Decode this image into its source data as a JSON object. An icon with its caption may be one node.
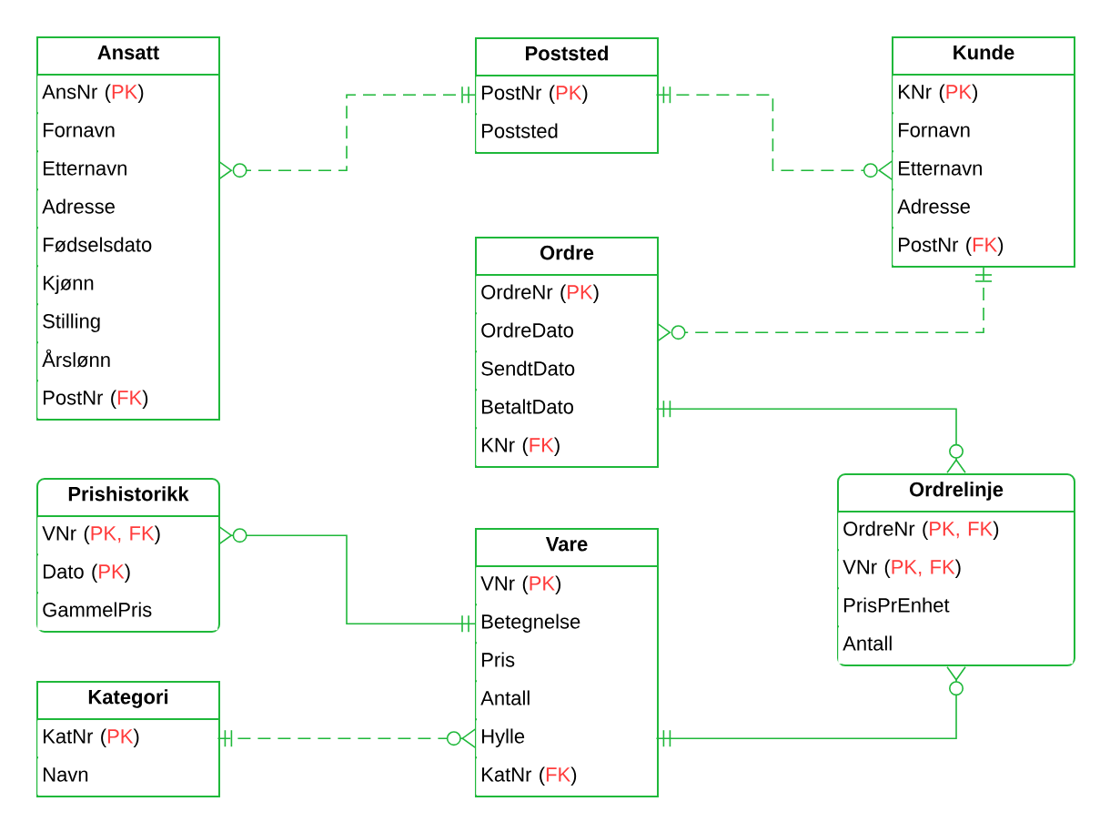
{
  "diagram": {
    "nodes": [
      {
        "text": [
          "Ansatt"
        ]
      },
      {
        "text": [
          "AnsNr (",
          "PK",
          ")"
        ],
        "in": 0
      },
      {
        "text": [
          "Fornavn"
        ],
        "in": 0
      },
      {
        "text": [
          "Etternavn"
        ],
        "in": 0
      },
      {
        "text": [
          "Adresse"
        ],
        "in": 0
      },
      {
        "text": [
          "Fødselsdato"
        ],
        "in": 0
      },
      {
        "text": [
          "Kjønn"
        ],
        "in": 0
      },
      {
        "text": [
          "Stilling"
        ],
        "in": 0
      },
      {
        "text": [
          "Årslønn"
        ],
        "in": 0
      },
      {
        "text": [
          "PostNr (",
          "FK",
          ")"
        ],
        "in": 0
      },
      {
        "text": [
          "Poststed"
        ]
      },
      {
        "text": [
          "PostNr (",
          "PK",
          ")"
        ],
        "in": 10
      },
      {
        "text": [
          "Poststed"
        ],
        "in": 10
      },
      {
        "text": [
          "Kunde"
        ]
      },
      {
        "text": [
          "KNr (",
          "PK",
          ")"
        ],
        "in": 13
      },
      {
        "text": [
          "Fornavn"
        ],
        "in": 13
      },
      {
        "text": [
          "Etternavn"
        ],
        "in": 13
      },
      {
        "text": [
          "Adresse"
        ],
        "in": 13
      },
      {
        "text": [
          "PostNr (",
          "FK",
          ")"
        ],
        "in": 13
      },
      {
        "text": [
          "Ordre"
        ]
      },
      {
        "text": [
          "OrdreNr (",
          "PK",
          ")"
        ],
        "in": 19
      },
      {
        "text": [
          "OrdreDato"
        ],
        "in": 19
      },
      {
        "text": [
          "SendtDato"
        ],
        "in": 19
      },
      {
        "text": [
          "BetaltDato"
        ],
        "in": 19
      },
      {
        "text": [
          "KNr (",
          "FK",
          ")"
        ],
        "in": 19
      },
      {
        "text": [
          "Prishistorikk"
        ]
      },
      {
        "text": [
          "VNr (",
          "PK, FK",
          ")"
        ],
        "in": 25
      },
      {
        "text": [
          "Dato (",
          "PK",
          ")"
        ],
        "in": 25
      },
      {
        "text": [
          "GammelPris"
        ],
        "in": 25
      },
      {
        "text": [
          "Vare"
        ]
      },
      {
        "text": [
          "VNr (",
          "PK",
          ")"
        ],
        "in": 29
      },
      {
        "text": [
          "Betegnelse"
        ],
        "in": 29
      },
      {
        "text": [
          "Pris"
        ],
        "in": 29
      },
      {
        "text": [
          "Antall"
        ],
        "in": 29
      },
      {
        "text": [
          "Hylle"
        ],
        "in": 29
      },
      {
        "text": [
          "KatNr (",
          "FK",
          ")"
        ],
        "in": 29
      },
      {
        "text": [
          "Ordrelinje"
        ]
      },
      {
        "text": [
          "OrdreNr (",
          "PK, FK",
          ")"
        ],
        "in": 36
      },
      {
        "text": [
          "VNr (",
          "PK, FK",
          ")"
        ],
        "in": 36
      },
      {
        "text": [
          "PrisPrEnhet"
        ],
        "in": 36
      },
      {
        "text": [
          "Antall"
        ],
        "in": 36
      },
      {
        "text": [
          "Kategori"
        ]
      },
      {
        "text": [
          "KatNr (",
          "PK",
          ")"
        ],
        "in": 41
      },
      {
        "text": [
          "Navn"
        ],
        "in": 41
      }
    ],
    "edges": [
      {
        "from": 11,
        "to": 3,
        "arrow": "other",
        "style": "dashed"
      },
      {
        "from": 11,
        "to": 16,
        "arrow": "other",
        "style": "dashed"
      },
      {
        "from": 13,
        "to": 21,
        "arrow": "other",
        "style": "dashed"
      },
      {
        "from": 23,
        "to": 36,
        "arrow": "other"
      },
      {
        "from": 31,
        "to": 26,
        "arrow": "other"
      },
      {
        "from": 42,
        "to": 34,
        "arrow": "other",
        "style": "dashed"
      },
      {
        "from": 34,
        "to": 36,
        "arrow": "other"
      }
    ]
  }
}
